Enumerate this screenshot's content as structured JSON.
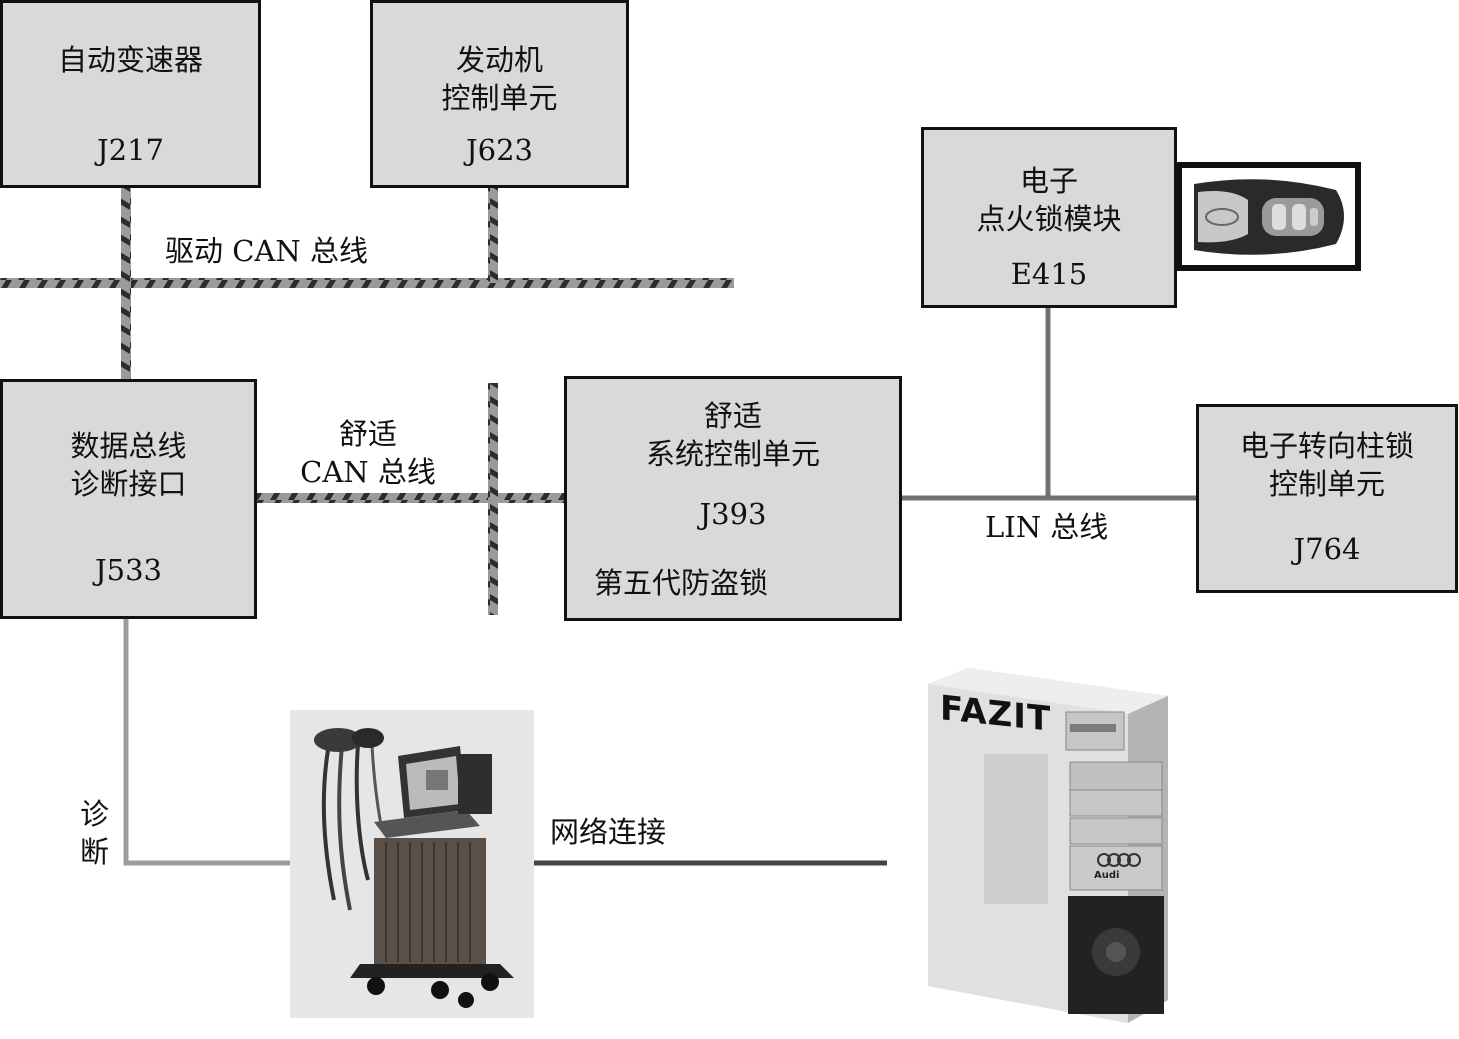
{
  "nodes": {
    "transmission": {
      "name": "自动变速器",
      "code": "J217"
    },
    "engine": {
      "name_line1": "发动机",
      "name_line2": "控制单元",
      "code": "J623"
    },
    "ignition": {
      "name_line1": "电子",
      "name_line2": "点火锁模块",
      "code": "E415"
    },
    "gateway": {
      "name_line1": "数据总线",
      "name_line2": "诊断接口",
      "code": "J533"
    },
    "comfort": {
      "name_line1": "舒适",
      "name_line2": "系统控制单元",
      "code": "J393",
      "note": "第五代防盗锁"
    },
    "steering_lock": {
      "name_line1": "电子转向柱锁",
      "name_line2": "控制单元",
      "code": "J764"
    }
  },
  "buses": {
    "drive_can": "驱动 CAN 总线",
    "comfort_can_line1": "舒适",
    "comfort_can_line2": "CAN 总线",
    "lin": "LIN 总线",
    "diagnosis_line1": "诊",
    "diagnosis_line2": "断",
    "network": "网络连接"
  },
  "server": {
    "label": "FAZIT",
    "brand": "Audi"
  },
  "colors": {
    "box_fill": "#d9d9d9",
    "wire": "#808080",
    "can_dash": "#3a3a3a"
  }
}
